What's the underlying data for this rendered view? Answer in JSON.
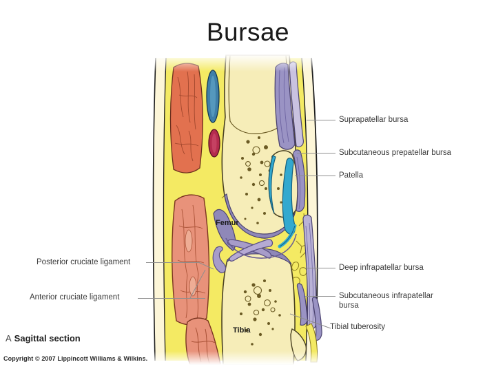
{
  "slide": {
    "title": "Bursae",
    "caption_letter": "A",
    "caption_text": "Sagittal section",
    "copyright": "Copyright © 2007 Lippincott Williams & Wilkins."
  },
  "figure": {
    "alt": "Sagittal section of the knee joint showing bursae",
    "bone_labels": [
      {
        "name": "femur",
        "text": "Femur"
      },
      {
        "name": "tibia",
        "text": "Tibia"
      }
    ],
    "right_labels": [
      {
        "name": "suprapatellar-bursa",
        "text": "Suprapatellar bursa"
      },
      {
        "name": "subcutaneous-prepatellar-bursa",
        "text": "Subcutaneous prepatellar bursa"
      },
      {
        "name": "patella",
        "text": "Patella"
      },
      {
        "name": "deep-infrapatellar-bursa",
        "text": "Deep infrapatellar bursa"
      },
      {
        "name": "subcutaneous-infrapatellar-bursa",
        "text": "Subcutaneous infrapatellar bursa"
      },
      {
        "name": "tibial-tuberosity",
        "text": "Tibial tuberosity"
      }
    ],
    "left_labels": [
      {
        "name": "posterior-cruciate-ligament",
        "text": "Posterior cruciate ligament"
      },
      {
        "name": "anterior-cruciate-ligament",
        "text": "Anterior cruciate ligament"
      }
    ],
    "colors": {
      "fat": "#f4ea63",
      "bone": "#f6edb8",
      "muscle": "#e8927a",
      "muscle_deep": "#e2714f",
      "vein": "#3f7fa8",
      "artery": "#b42b4e",
      "cartilage": "#32a9cf",
      "bursa": "#9a93c4",
      "outline": "#1c1c1c",
      "leader": "#8e8e8e",
      "background": "#ffffff"
    }
  }
}
